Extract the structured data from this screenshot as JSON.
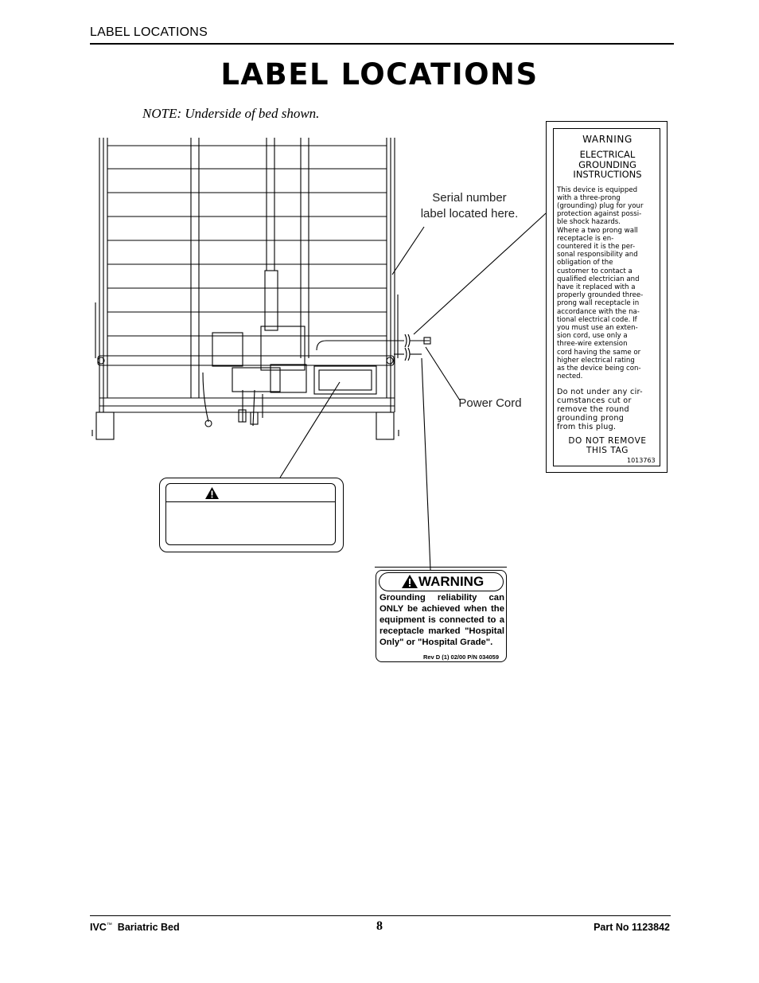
{
  "header": {
    "section": "LABEL LOCATIONS"
  },
  "page_title": "LABEL LOCATIONS",
  "note": "NOTE: Underside of bed shown.",
  "callouts": {
    "serial_number": "Serial number\nlabel located here.",
    "power_cord": "Power Cord"
  },
  "electrical_tag": {
    "heading": "WARNING",
    "subheading": "ELECTRICAL\nGROUNDING\nINSTRUCTIONS",
    "body": "This device is equipped\nwith a three-prong\n(grounding) plug for your\nprotection against possi-\nble shock hazards.\nWhere a two prong wall\nreceptacle is en-\ncountered it is the per-\nsonal responsibility and\nobligation of the\ncustomer to contact a\nqualified electrician and\nhave it replaced with a\nproperly grounded three-\nprong wall receptacle in\naccordance with the na-\ntional electrical code. If\nyou must use an exten-\nsion cord, use only a\nthree-wire extension\ncord having the same or\nhigher electrical rating\nas the device being con-\nnected.",
    "body2": "Do not under any cir-\ncumstances cut or\nremove the round\ngrounding prong\nfrom this plug.",
    "footer": "DO NOT REMOVE\nTHIS TAG",
    "number": "1013763"
  },
  "hospital_label": {
    "heading": "WARNING",
    "body": "Grounding reliability can ONLY be achieved when the equipment is connected to a receptacle marked \"Hospital Only\" or \"Hospital Grade\".",
    "rev": "Rev D (1) 02/00    P/N 034059"
  },
  "footer": {
    "product": "IVC",
    "trademark": "™",
    "product_suffix": "Bariatric Bed",
    "page_number": "8",
    "part_number": "Part No 1123842"
  }
}
